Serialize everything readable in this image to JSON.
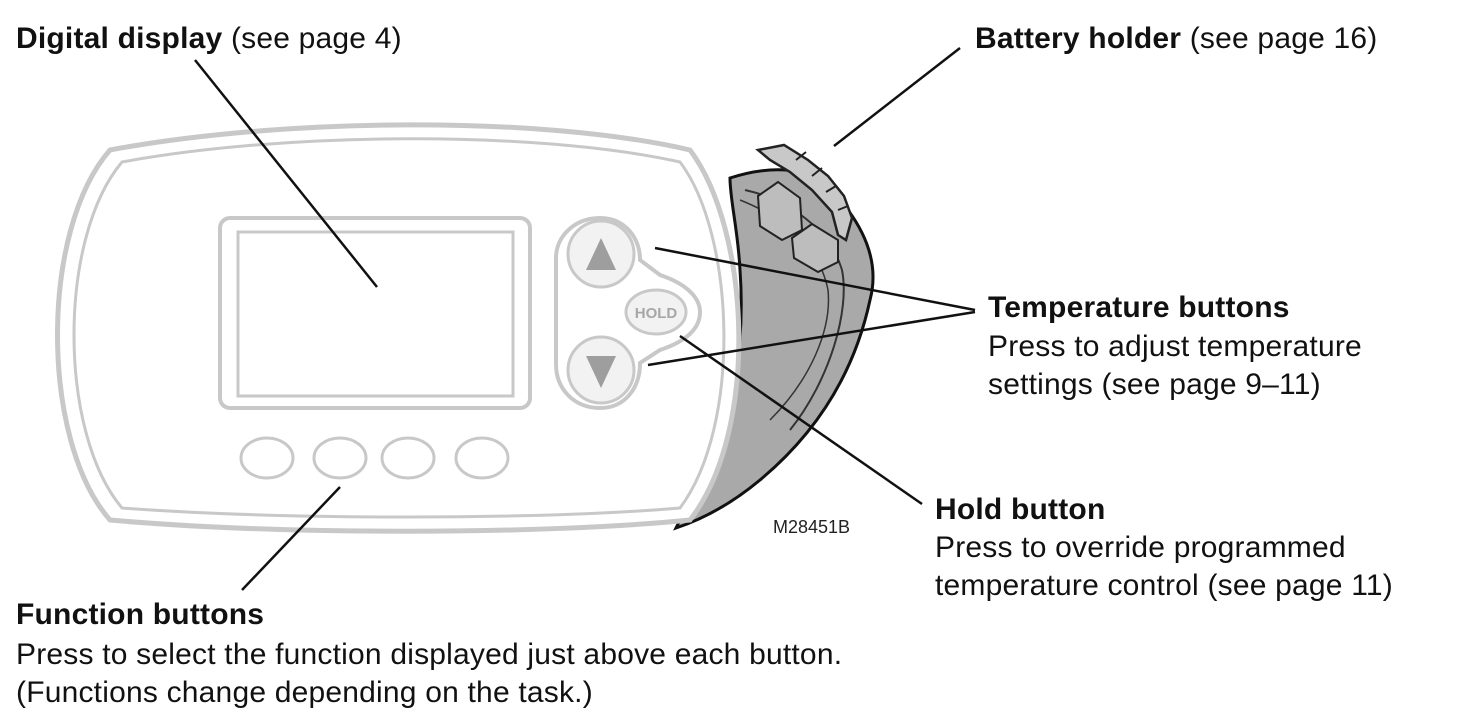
{
  "callouts": {
    "digital_display": {
      "title": "Digital display",
      "note": "(see page 4)"
    },
    "battery_holder": {
      "title": "Battery holder",
      "note": "(see page 16)"
    },
    "temperature_buttons": {
      "title": "Temperature buttons",
      "line1": "Press to adjust temperature",
      "line2": "settings (see page 9–11)"
    },
    "hold_button": {
      "title": "Hold button",
      "line1": "Press to override programmed",
      "line2": "temperature control (see page 11)"
    },
    "function_buttons": {
      "title": "Function buttons",
      "line1": "Press to select the function displayed just above each button.",
      "line2": "(Functions change depending on the task.)"
    }
  },
  "device": {
    "hold_label": "HOLD",
    "model_code": "M28451B",
    "up_icon": "triangle-up-icon",
    "down_icon": "triangle-down-icon"
  },
  "colors": {
    "outline": "#c8c8c8",
    "button_fill": "#f2f2f2",
    "arrow_fill": "#9e9e9e",
    "battery_door": "#a9a9aa",
    "line": "#111111"
  }
}
